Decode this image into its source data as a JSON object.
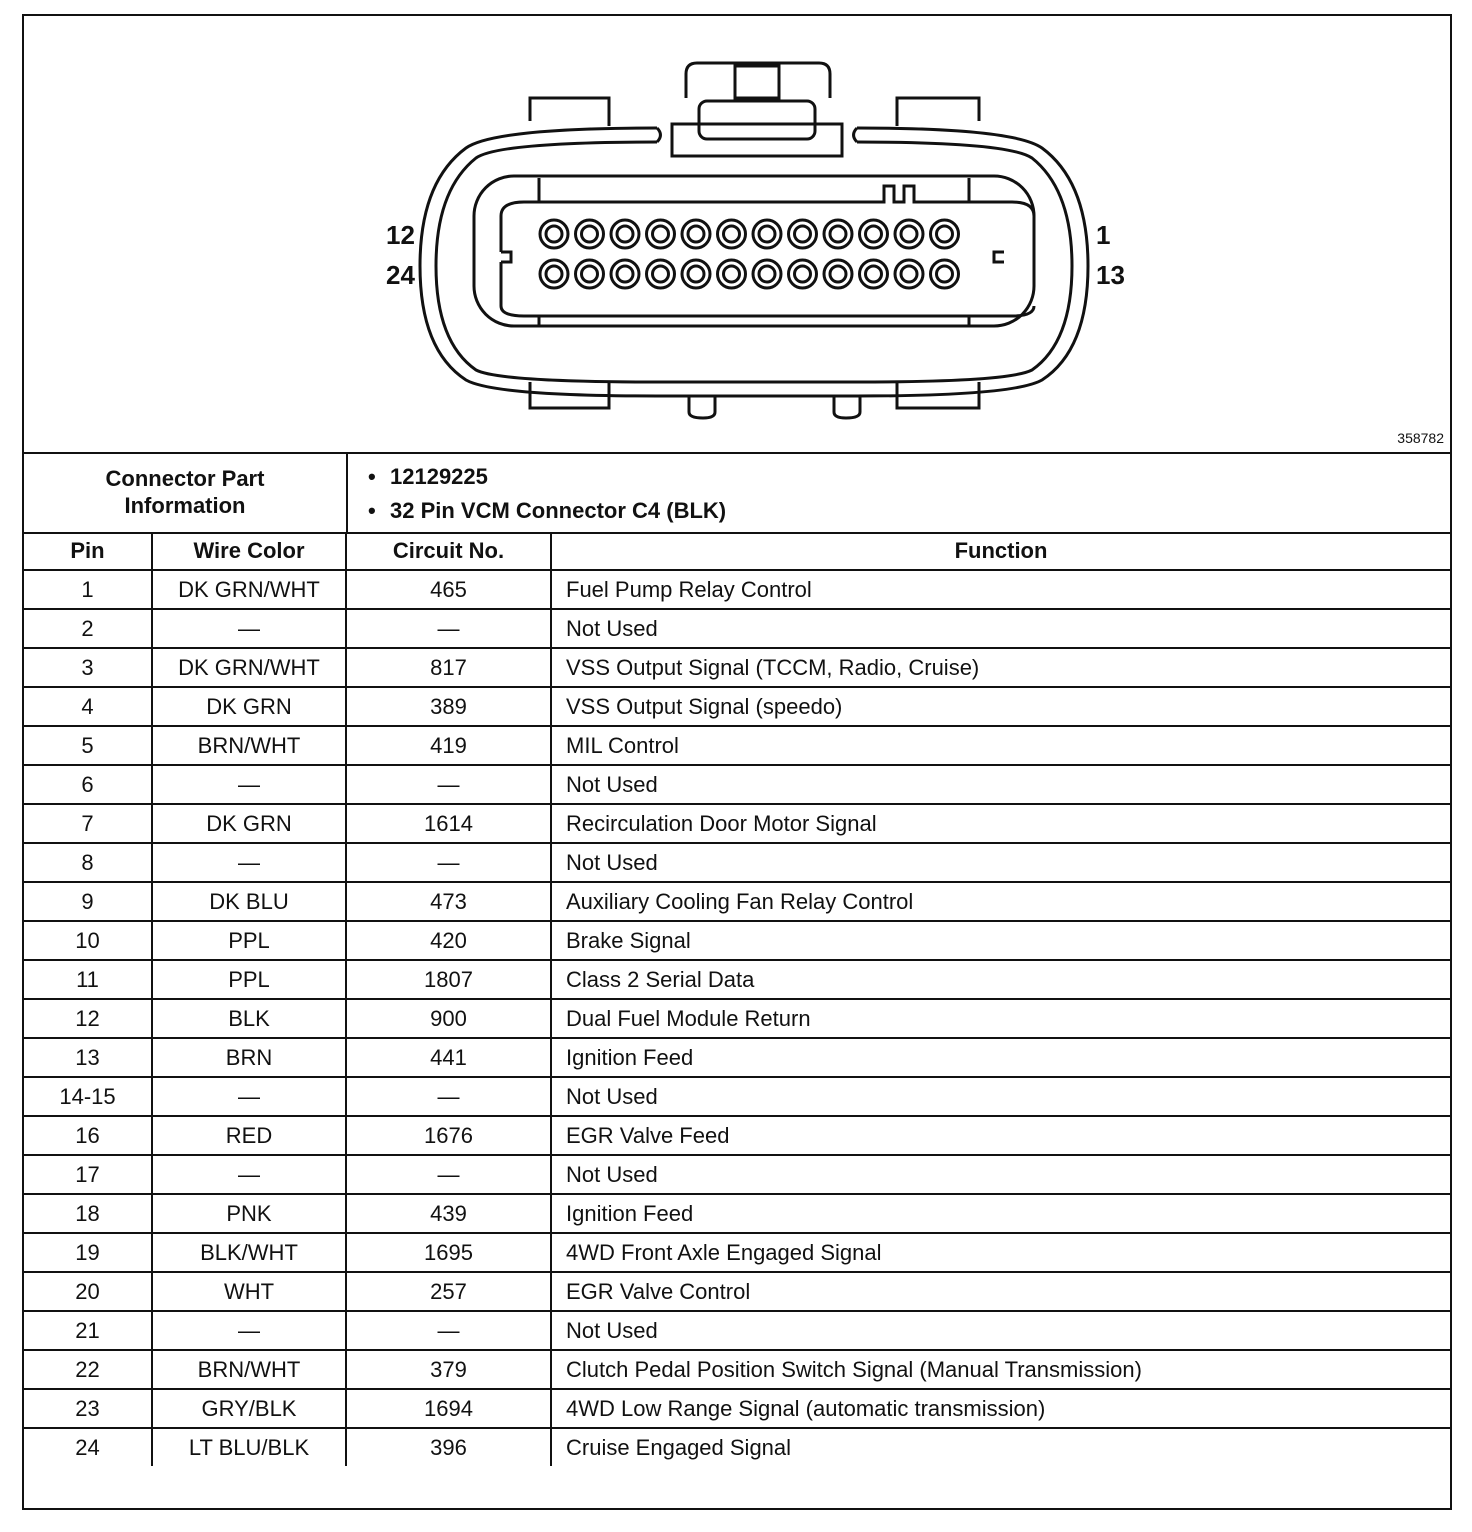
{
  "diagram": {
    "left_labels": [
      "12",
      "24"
    ],
    "right_labels": [
      "1",
      "13"
    ],
    "figure_id": "358782"
  },
  "connector_info": {
    "label": "Connector Part Information",
    "items": [
      "12129225",
      "32 Pin VCM Connector C4 (BLK)"
    ]
  },
  "table": {
    "headers": [
      "Pin",
      "Wire Color",
      "Circuit No.",
      "Function"
    ],
    "rows": [
      [
        "1",
        "DK GRN/WHT",
        "465",
        "Fuel Pump Relay Control"
      ],
      [
        "2",
        "—",
        "—",
        "Not Used"
      ],
      [
        "3",
        "DK GRN/WHT",
        "817",
        "VSS Output Signal (TCCM, Radio, Cruise)"
      ],
      [
        "4",
        "DK GRN",
        "389",
        "VSS Output Signal (speedo)"
      ],
      [
        "5",
        "BRN/WHT",
        "419",
        "MIL Control"
      ],
      [
        "6",
        "—",
        "—",
        "Not Used"
      ],
      [
        "7",
        "DK GRN",
        "1614",
        "Recirculation Door Motor Signal"
      ],
      [
        "8",
        "—",
        "—",
        "Not Used"
      ],
      [
        "9",
        "DK BLU",
        "473",
        "Auxiliary Cooling Fan Relay Control"
      ],
      [
        "10",
        "PPL",
        "420",
        "Brake Signal"
      ],
      [
        "11",
        "PPL",
        "1807",
        "Class 2 Serial Data"
      ],
      [
        "12",
        "BLK",
        "900",
        "Dual Fuel Module Return"
      ],
      [
        "13",
        "BRN",
        "441",
        "Ignition Feed"
      ],
      [
        "14-15",
        "—",
        "—",
        "Not Used"
      ],
      [
        "16",
        "RED",
        "1676",
        "EGR Valve Feed"
      ],
      [
        "17",
        "—",
        "—",
        "Not Used"
      ],
      [
        "18",
        "PNK",
        "439",
        "Ignition Feed"
      ],
      [
        "19",
        "BLK/WHT",
        "1695",
        "4WD Front Axle Engaged Signal"
      ],
      [
        "20",
        "WHT",
        "257",
        "EGR Valve Control"
      ],
      [
        "21",
        "—",
        "—",
        "Not Used"
      ],
      [
        "22",
        "BRN/WHT",
        "379",
        "Clutch Pedal Position Switch Signal (Manual Transmission)"
      ],
      [
        "23",
        "GRY/BLK",
        "1694",
        "4WD Low Range Signal (automatic transmission)"
      ],
      [
        "24",
        "LT BLU/BLK",
        "396",
        "Cruise Engaged Signal"
      ]
    ]
  }
}
